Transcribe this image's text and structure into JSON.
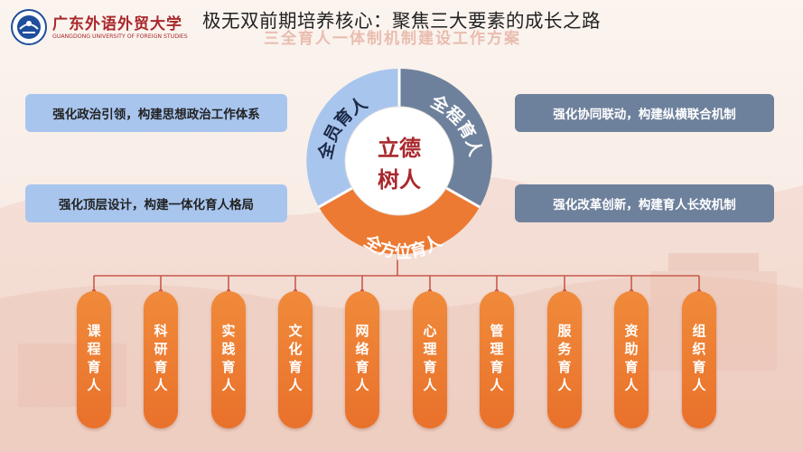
{
  "title": "极无双前期培养核心：聚焦三大要素的成长之路",
  "logo": {
    "name_cn": "广东外语外贸大学",
    "name_en": "GUANGDONG UNIVERSITY OF FOREIGN STUDIES"
  },
  "faint_subtitle": "三全育人一体制机制建设工作方案",
  "left_boxes": [
    "强化政治引领，构建思想政治工作体系",
    "强化顶层设计，构建一体化育人格局"
  ],
  "right_boxes": [
    "强化协同联动，构建纵横联合机制",
    "强化改革创新，构建育人长效机制"
  ],
  "ring": {
    "center_line1": "立德",
    "center_line2": "树人",
    "seg_left": "全员育人",
    "seg_right": "全程育人",
    "seg_bottom": "全方位育人"
  },
  "pills": [
    "课程育人",
    "科研育人",
    "实践育人",
    "文化育人",
    "网络育人",
    "心理育人",
    "管理育人",
    "服务育人",
    "资助育人",
    "组织育人"
  ],
  "colors": {
    "ring_left": "#a8c5ee",
    "ring_right": "#6e819c",
    "ring_bottom": "#ec7a32",
    "center_text": "#a9282c",
    "pill": "#ec7a32",
    "connector": "#c85a4a"
  }
}
